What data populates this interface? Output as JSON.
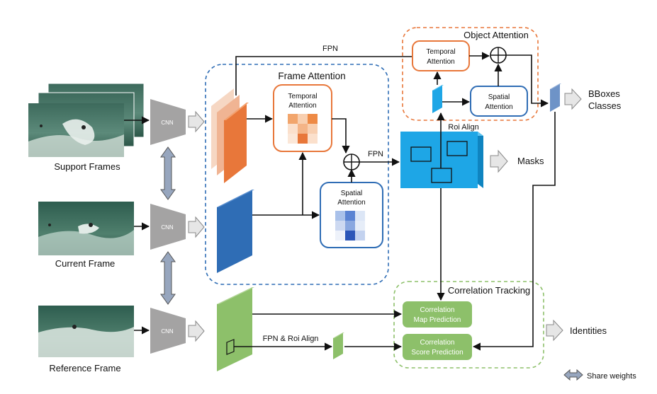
{
  "inputs": {
    "support_label": "Support Frames",
    "current_label": "Current Frame",
    "reference_label": "Reference Frame"
  },
  "backbone": {
    "cnn_label": "CNN"
  },
  "frame_attention": {
    "title": "Frame Attention",
    "temporal_label": [
      "Temporal",
      "Attention"
    ],
    "spatial_label": [
      "Spatial",
      "Attention"
    ],
    "fpn_label": "FPN"
  },
  "object_attention": {
    "title": "Object Attention",
    "temporal_label": [
      "Temporal",
      "Attention"
    ],
    "spatial_label": [
      "Spatial",
      "Attention"
    ],
    "roi_align_label": "Roi Align"
  },
  "top_fpn_label": "FPN",
  "outputs": {
    "bboxes_label": "BBoxes",
    "classes_label": "Classes",
    "masks_label": "Masks",
    "identities_label": "Identities"
  },
  "correlation_tracking": {
    "title": "Correlation Tracking",
    "map_prediction": [
      "Correlation",
      "Map Prediction"
    ],
    "score_prediction": [
      "Correlation",
      "Score Prediction"
    ],
    "fpn_roi_label": "FPN & Roi Align"
  },
  "legend": {
    "share_weights_label": "Share weights"
  },
  "colors": {
    "orange": "#e8773a",
    "blue_dark": "#2f6db5",
    "blue_feature": "#3c78c0",
    "cyan": "#1ea6e6",
    "green": "#8dc06a",
    "green_dark": "#6a9e4b",
    "gray_cnn": "#a4a3a3",
    "arrow_gray": "#d9d9d9"
  }
}
